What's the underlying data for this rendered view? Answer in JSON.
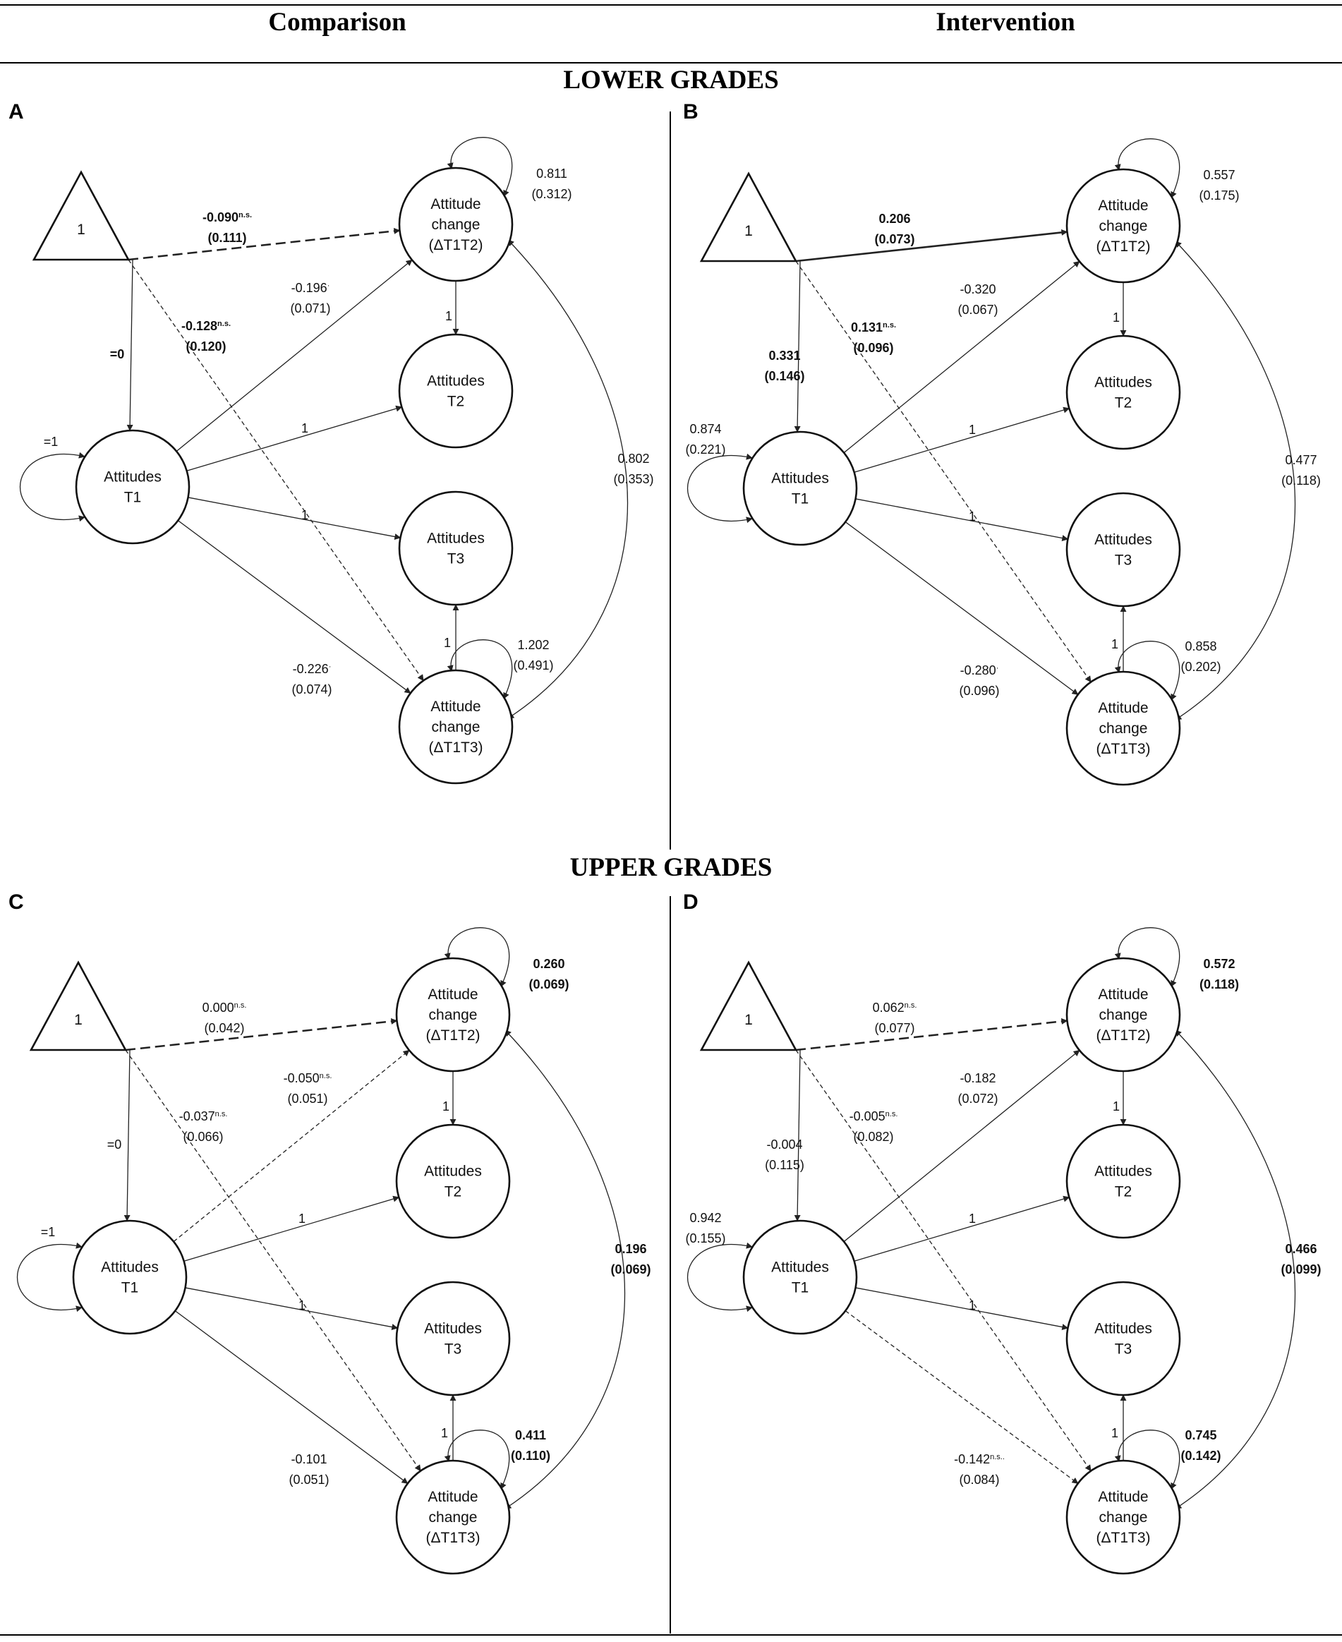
{
  "header": {
    "comparison": "Comparison",
    "intervention": "Intervention"
  },
  "sections": {
    "lower": "LOWER GRADES",
    "upper": "UPPER GRADES"
  },
  "nodes": {
    "intercept": "1",
    "att_t1": [
      "Attitudes",
      "T1"
    ],
    "att_t2": [
      "Attitudes",
      "T2"
    ],
    "att_t3": [
      "Attitudes",
      "T3"
    ],
    "chg12": [
      "Attitude",
      "change",
      "(ΔT1T2)"
    ],
    "chg13": [
      "Attitude",
      "change",
      "(ΔT1T3)"
    ]
  },
  "fixed_loading": "1",
  "panels": [
    {
      "letter": "A",
      "one_to_chg12": {
        "style": "dashed-bold",
        "lines": [
          {
            "v": "-0.090",
            "sup": "n.s.",
            "bold": true
          },
          {
            "v": "(0.111)",
            "bold": true
          }
        ]
      },
      "one_to_t1": {
        "style": "solid",
        "lines": [
          {
            "v": "=0",
            "bold": true
          }
        ]
      },
      "one_to_chg13": {
        "style": "dashed",
        "lines": [
          {
            "v": "-0.128",
            "sup": "n.s.",
            "bold": true
          },
          {
            "v": "(0.120)",
            "bold": true
          }
        ]
      },
      "t1_to_chg12": {
        "style": "solid",
        "lines": [
          {
            "v": "-0.196",
            "sup": "·"
          },
          {
            "v": "(0.071)"
          }
        ]
      },
      "t1_to_chg13": {
        "style": "solid",
        "lines": [
          {
            "v": "-0.226",
            "sup": "·"
          },
          {
            "v": "(0.074)"
          }
        ]
      },
      "t1_var": {
        "lines": [
          {
            "v": "=1"
          }
        ]
      },
      "chg12_var": {
        "lines": [
          {
            "v": "0.811"
          },
          {
            "v": "(0.312)"
          }
        ]
      },
      "chg13_var": {
        "lines": [
          {
            "v": "1.202"
          },
          {
            "v": "(0.491)"
          }
        ]
      },
      "cov": {
        "lines": [
          {
            "v": "0.802"
          },
          {
            "v": "(0.353)"
          }
        ]
      }
    },
    {
      "letter": "B",
      "one_to_chg12": {
        "style": "solid-bold",
        "lines": [
          {
            "v": "0.206",
            "bold": true
          },
          {
            "v": "(0.073)",
            "bold": true
          }
        ]
      },
      "one_to_t1": {
        "style": "solid",
        "lines": [
          {
            "v": "0.331",
            "bold": true
          },
          {
            "v": "(0.146)",
            "bold": true
          }
        ]
      },
      "one_to_chg13": {
        "style": "dashed",
        "lines": [
          {
            "v": "0.131",
            "sup": "n.s.",
            "bold": true
          },
          {
            "v": "(0.096)",
            "bold": true
          }
        ]
      },
      "t1_to_chg12": {
        "style": "solid",
        "lines": [
          {
            "v": "-0.320"
          },
          {
            "v": "(0.067)"
          }
        ]
      },
      "t1_to_chg13": {
        "style": "solid",
        "lines": [
          {
            "v": "-0.280",
            "sup": "·"
          },
          {
            "v": "(0.096)"
          }
        ]
      },
      "t1_var": {
        "lines": [
          {
            "v": "0.874"
          },
          {
            "v": "(0.221)"
          }
        ]
      },
      "chg12_var": {
        "lines": [
          {
            "v": "0.557"
          },
          {
            "v": "(0.175)"
          }
        ]
      },
      "chg13_var": {
        "lines": [
          {
            "v": "0.858"
          },
          {
            "v": "(0.202)"
          }
        ]
      },
      "cov": {
        "lines": [
          {
            "v": "0.477"
          },
          {
            "v": "(0.118)"
          }
        ]
      }
    },
    {
      "letter": "C",
      "one_to_chg12": {
        "style": "dashed-bold",
        "lines": [
          {
            "v": "0.000",
            "sup": "n.s."
          },
          {
            "v": "(0.042)"
          }
        ]
      },
      "one_to_t1": {
        "style": "solid",
        "lines": [
          {
            "v": "=0"
          }
        ]
      },
      "one_to_chg13": {
        "style": "dashed",
        "lines": [
          {
            "v": "-0.037",
            "sup": "n.s."
          },
          {
            "v": "(0.066)"
          }
        ]
      },
      "t1_to_chg12": {
        "style": "dashed",
        "lines": [
          {
            "v": "-0.050",
            "sup": "n.s."
          },
          {
            "v": "(0.051)"
          }
        ]
      },
      "t1_to_chg13": {
        "style": "solid",
        "lines": [
          {
            "v": "-0.101"
          },
          {
            "v": "(0.051)"
          }
        ]
      },
      "t1_var": {
        "lines": [
          {
            "v": "=1"
          }
        ]
      },
      "chg12_var": {
        "lines": [
          {
            "v": "0.260",
            "bold": true
          },
          {
            "v": "(0.069)",
            "bold": true
          }
        ]
      },
      "chg13_var": {
        "lines": [
          {
            "v": "0.411",
            "bold": true
          },
          {
            "v": "(0.110)",
            "bold": true
          }
        ]
      },
      "cov": {
        "lines": [
          {
            "v": "0.196",
            "bold": true
          },
          {
            "v": "(0.069)",
            "bold": true
          }
        ]
      }
    },
    {
      "letter": "D",
      "one_to_chg12": {
        "style": "dashed-bold",
        "lines": [
          {
            "v": "0.062",
            "sup": "n.s."
          },
          {
            "v": "(0.077)"
          }
        ]
      },
      "one_to_t1": {
        "style": "solid",
        "lines": [
          {
            "v": "-0.004"
          },
          {
            "v": "(0.115)"
          }
        ]
      },
      "one_to_chg13": {
        "style": "dashed",
        "lines": [
          {
            "v": "-0.005",
            "sup": "n.s."
          },
          {
            "v": "(0.082)"
          }
        ]
      },
      "t1_to_chg12": {
        "style": "solid",
        "lines": [
          {
            "v": "-0.182"
          },
          {
            "v": "(0.072)"
          }
        ]
      },
      "t1_to_chg13": {
        "style": "dashed",
        "lines": [
          {
            "v": "-0.142",
            "sup": "n.s.."
          },
          {
            "v": "(0.084)"
          }
        ]
      },
      "t1_var": {
        "lines": [
          {
            "v": "0.942"
          },
          {
            "v": "(0.155)"
          }
        ]
      },
      "chg12_var": {
        "lines": [
          {
            "v": "0.572",
            "bold": true
          },
          {
            "v": "(0.118)",
            "bold": true
          }
        ]
      },
      "chg13_var": {
        "lines": [
          {
            "v": "0.745",
            "bold": true
          },
          {
            "v": "(0.142)",
            "bold": true
          }
        ]
      },
      "cov": {
        "lines": [
          {
            "v": "0.466",
            "bold": true
          },
          {
            "v": "(0.099)",
            "bold": true
          }
        ]
      }
    }
  ]
}
